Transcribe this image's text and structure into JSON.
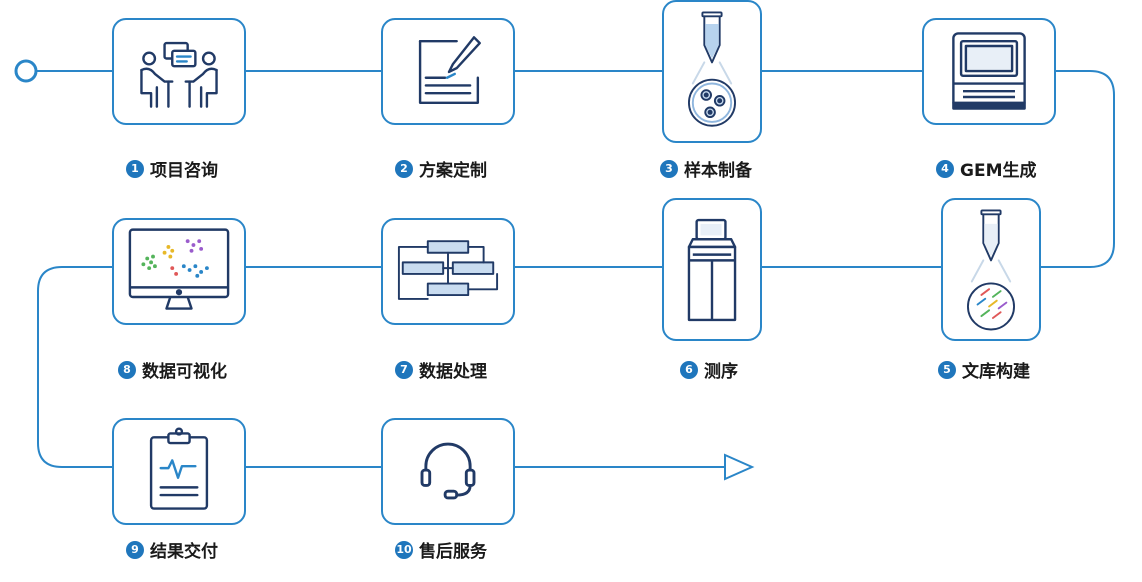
{
  "theme": {
    "line_color": "#2a86c8",
    "badge_color": "#1f76bc",
    "icon_color": "#213a66",
    "text_color": "#1a1a1a"
  },
  "steps": [
    {
      "num": "1",
      "label": "项目咨询",
      "icon": "consultation-icon"
    },
    {
      "num": "2",
      "label": "方案定制",
      "icon": "document-pen-icon"
    },
    {
      "num": "3",
      "label": "样本制备",
      "icon": "sample-tube-icon"
    },
    {
      "num": "4",
      "label": "GEM生成",
      "icon": "instrument-icon"
    },
    {
      "num": "5",
      "label": "文库构建",
      "icon": "library-tube-icon"
    },
    {
      "num": "6",
      "label": "测序",
      "icon": "sequencer-icon"
    },
    {
      "num": "7",
      "label": "数据处理",
      "icon": "flowchart-icon"
    },
    {
      "num": "8",
      "label": "数据可视化",
      "icon": "monitor-scatter-icon"
    },
    {
      "num": "9",
      "label": "结果交付",
      "icon": "clipboard-pulse-icon"
    },
    {
      "num": "10",
      "label": "售后服务",
      "icon": "headset-icon"
    }
  ]
}
